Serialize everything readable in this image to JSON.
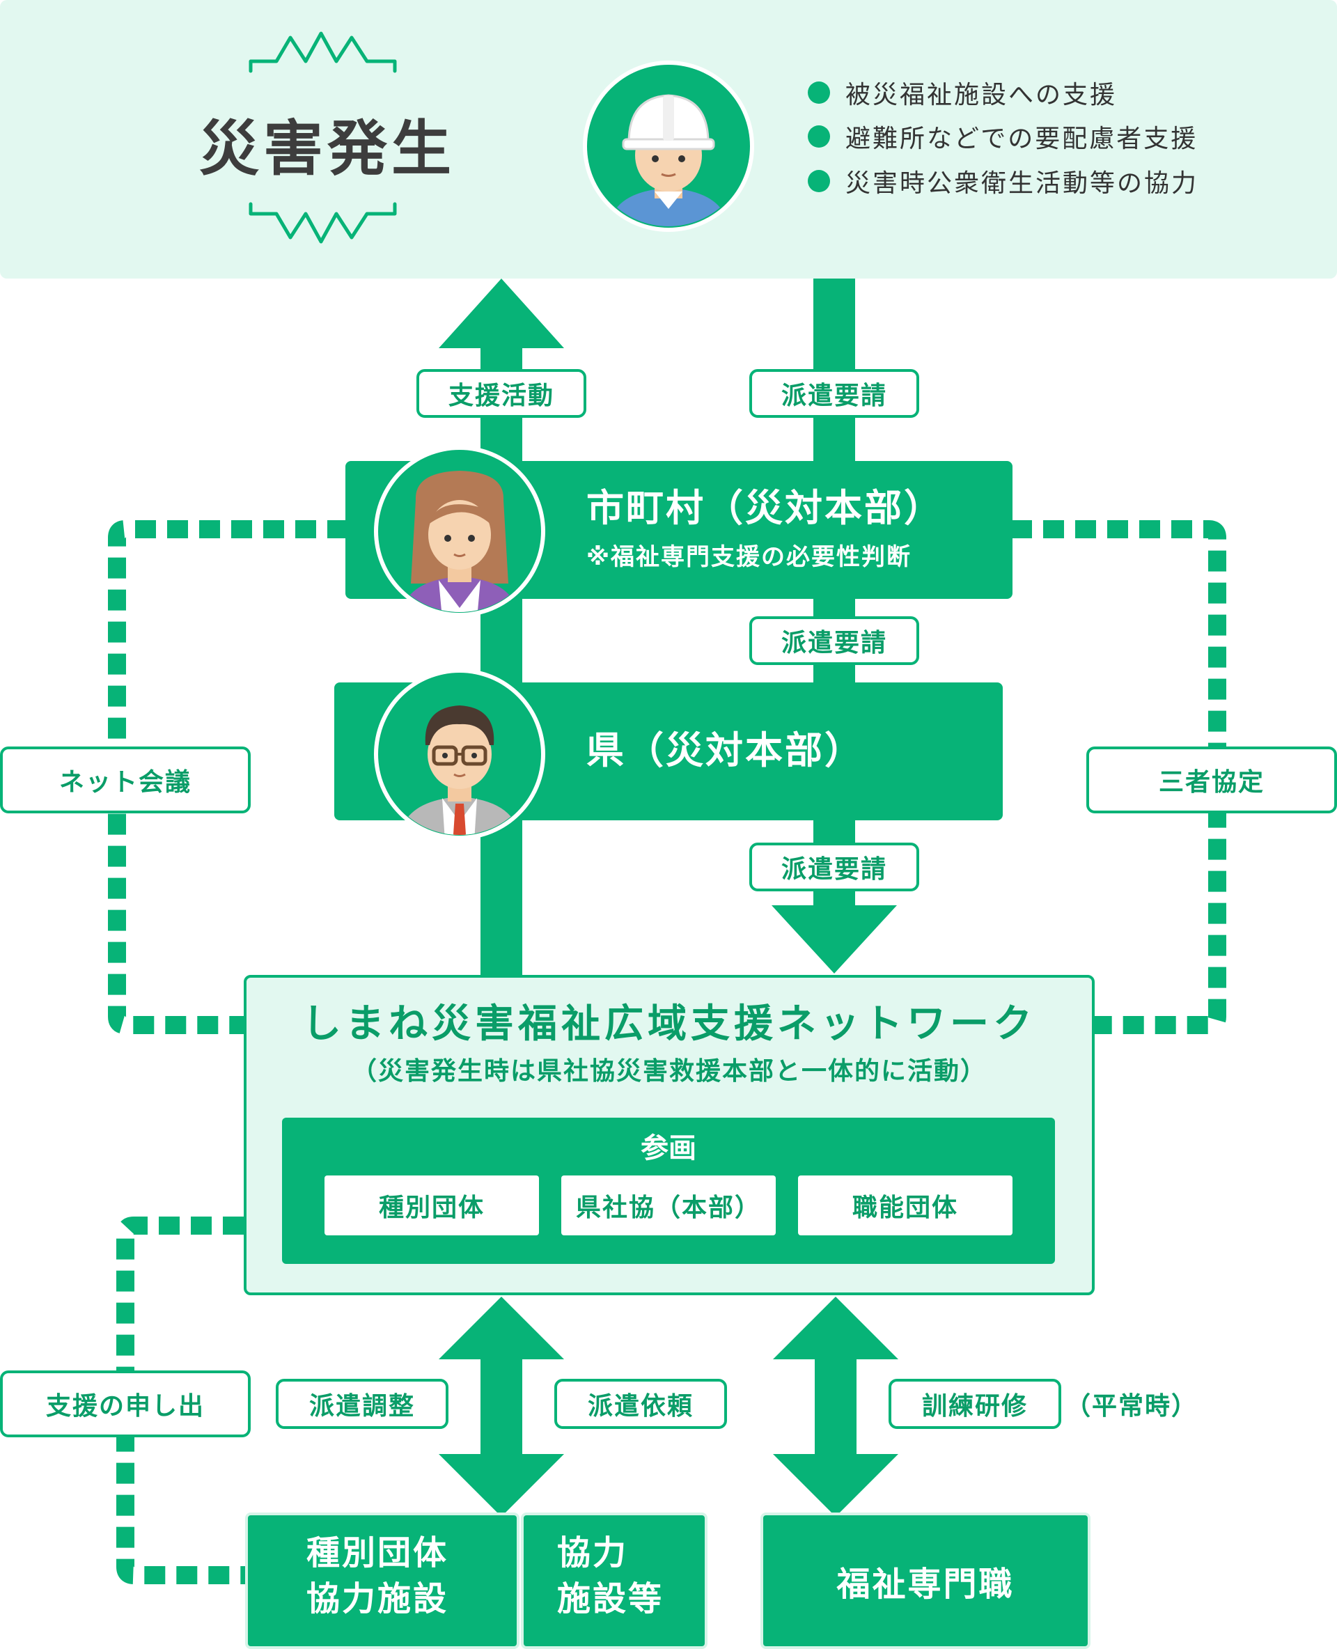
{
  "top": {
    "title": "災害発生",
    "bullets": [
      "被災福祉施設への支援",
      "避難所などでの要配慮者支援",
      "災害時公衆衛生活動等の協力"
    ]
  },
  "arrows": {
    "support_activity": "支援活動",
    "dispatch_request_1": "派遣要請",
    "dispatch_request_2": "派遣要請",
    "dispatch_request_3": "派遣要請"
  },
  "municipality": {
    "title": "市町村（災対本部）",
    "note": "※福祉専門支援の必要性判断"
  },
  "prefecture": {
    "title": "県（災対本部）"
  },
  "side_labels": {
    "left": "ネット会議",
    "right": "三者協定",
    "offer": "支援の申し出"
  },
  "network": {
    "title": "しまね災害福祉広域支援ネットワーク",
    "subtitle": "（災害発生時は県社協災害救援本部と一体的に活動）",
    "participation": "参画",
    "members": [
      "種別団体",
      "県社協（本部）",
      "職能団体"
    ]
  },
  "bottom_labels": {
    "coordination": "派遣調整",
    "request": "派遣依頼",
    "training": "訓練研修",
    "normal_time": "（平常時）"
  },
  "bottom_boxes": {
    "box1_line1": "種別団体",
    "box1_line2": "協力施設",
    "box2_line1": "協力",
    "box2_line2": "施設等",
    "box3": "福祉専門職"
  },
  "colors": {
    "green": "#07b377",
    "light_green": "#e2f8f0",
    "text_green": "#0a9d68",
    "dark_text": "#3d3d3d"
  }
}
